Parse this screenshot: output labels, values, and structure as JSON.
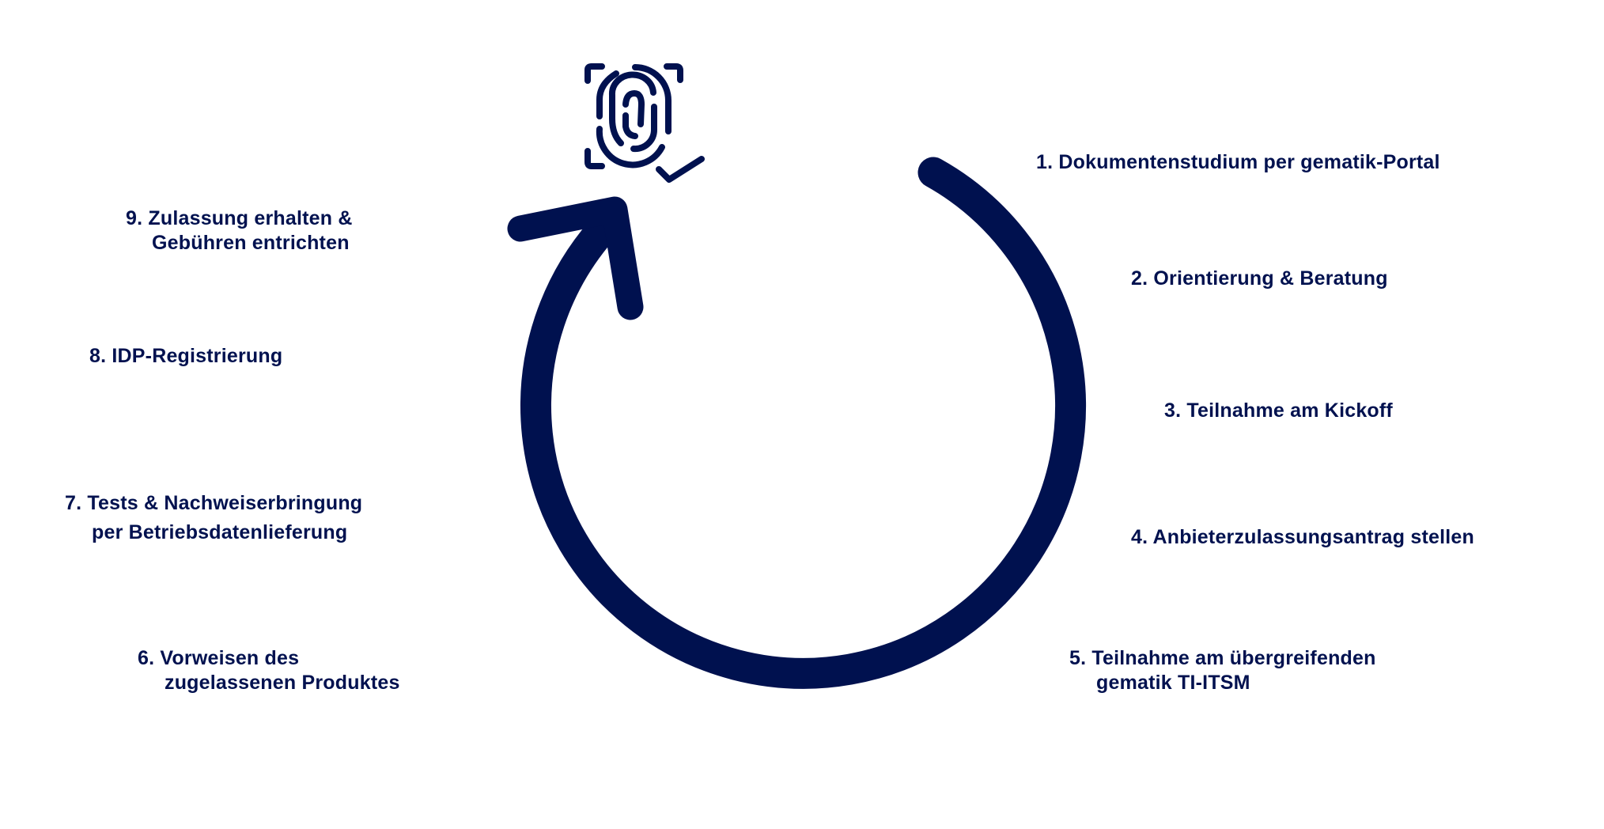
{
  "diagram": {
    "accent_color": "#00114f",
    "icon": "fingerprint-check-icon",
    "steps": [
      {
        "lines": [
          "1. Dokumentenstudium per gematik-Portal"
        ]
      },
      {
        "lines": [
          "2. Orientierung & Beratung"
        ]
      },
      {
        "lines": [
          "3. Teilnahme am Kickoff"
        ]
      },
      {
        "lines": [
          "4. Anbieterzulassungsantrag stellen"
        ]
      },
      {
        "lines": [
          "5. Teilnahme am übergreifenden",
          "gematik TI-ITSM"
        ]
      },
      {
        "lines": [
          "6. Vorweisen des",
          "zugelassenen Produktes"
        ]
      },
      {
        "lines": [
          "7. Tests & Nachweiserbringung",
          "per Betriebsdatenlieferung"
        ]
      },
      {
        "lines": [
          "8. IDP-Registrierung"
        ]
      },
      {
        "lines": [
          "9. Zulassung erhalten &",
          "Gebühren entrichten"
        ]
      }
    ]
  }
}
